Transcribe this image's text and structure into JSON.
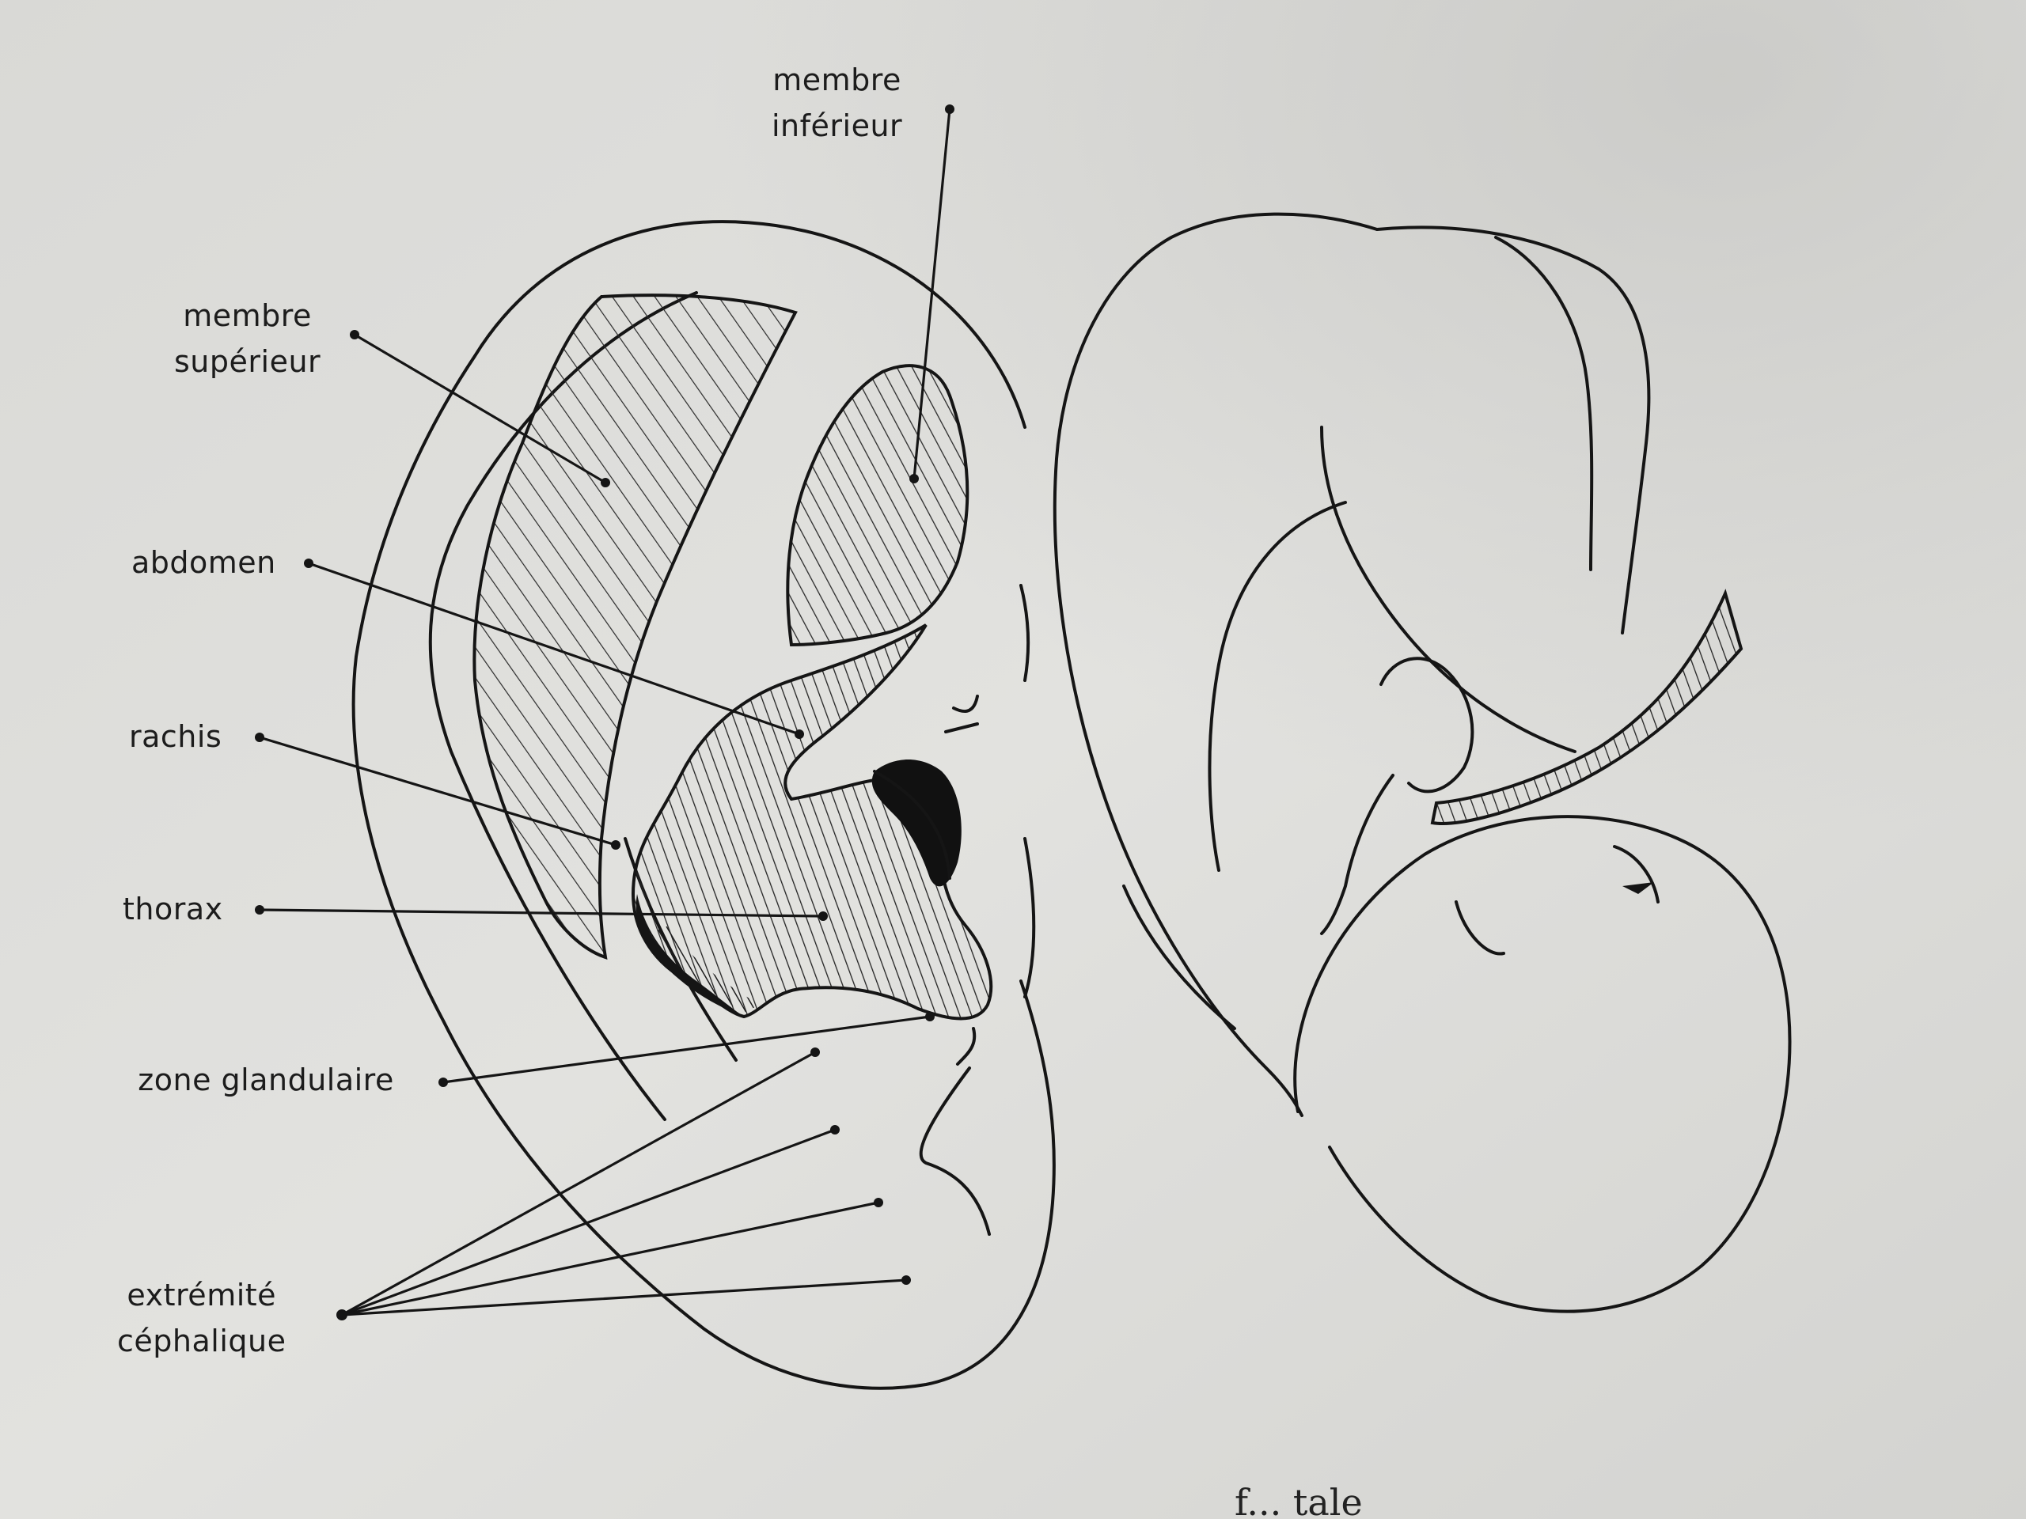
{
  "labels": {
    "membre_inferieur": [
      "membre",
      "inférieur"
    ],
    "membre_superieur": [
      "membre",
      "supérieur"
    ],
    "abdomen": "abdomen",
    "rachis": "rachis",
    "thorax": "thorax",
    "zone_glandulaire": " zone glandulaire",
    "extremite_cephalique": [
      "extrémité",
      "céphalique"
    ]
  },
  "caption_fragment": "f... tale",
  "colors": {
    "paper": "#dedddb",
    "ink": "#151515",
    "hatch": "#2a2a2a"
  }
}
